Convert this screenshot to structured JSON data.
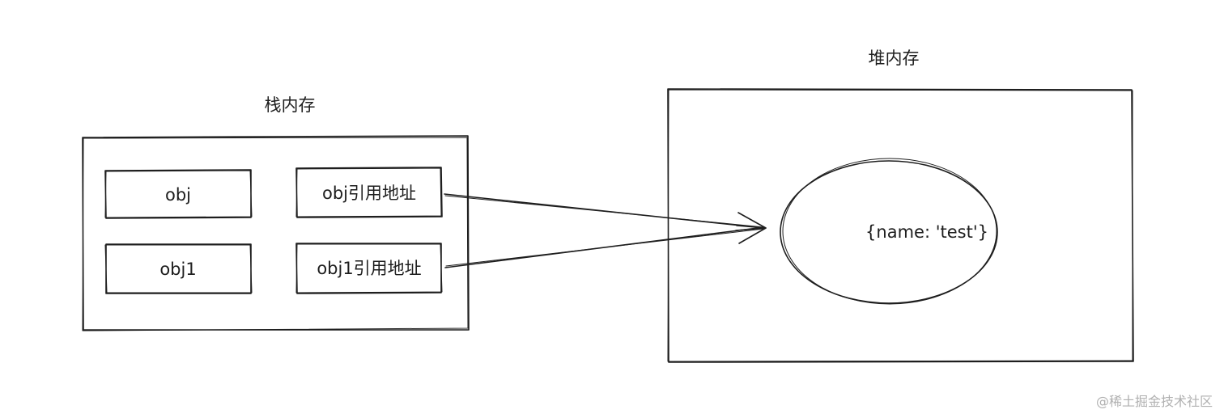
{
  "stack": {
    "title": "栈内存",
    "cells": [
      {
        "id": "obj",
        "label": "obj"
      },
      {
        "id": "obj-ref",
        "label": "obj引用地址"
      },
      {
        "id": "obj1",
        "label": "obj1"
      },
      {
        "id": "obj1-ref",
        "label": "obj1引用地址"
      }
    ]
  },
  "heap": {
    "title": "堆内存",
    "object_label": "{name: 'test'}"
  },
  "watermark": "@稀土掘金技术社区",
  "colors": {
    "stroke": "#1e1e1e",
    "background": "#ffffff",
    "watermark": "#b0b0b0"
  }
}
